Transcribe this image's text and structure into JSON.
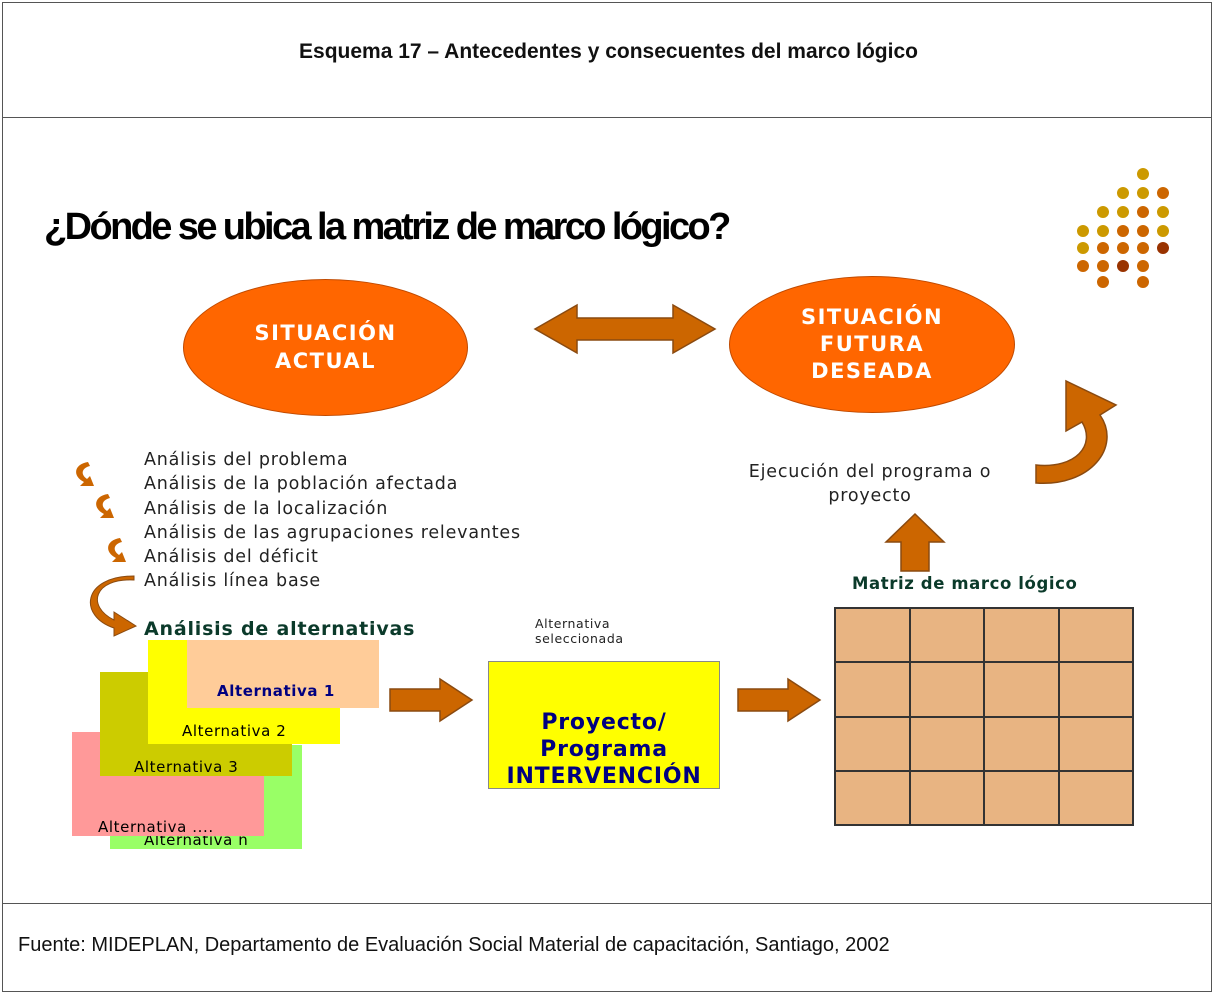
{
  "caption": "Esquema 17 – Antecedentes y consecuentes del marco lógico",
  "headline": "¿Dónde se ubica la matriz de marco lógico?",
  "situacion_actual": "SITUACIÓN\nACTUAL",
  "situacion_futura": "SITUACIÓN\nFUTURA\nDESEADA",
  "analysis_items": [
    "Análisis del problema",
    "Análisis de la población afectada",
    "Análisis de la localización",
    "Análisis de las agrupaciones relevantes",
    "Análisis del déficit",
    "Análisis línea base"
  ],
  "analisis_alternativas": "Análisis de alternativas",
  "alternativa_seleccionada": "Alternativa\nseleccionada",
  "alternatives": {
    "alt1": "Alternativa 1",
    "alt2": "Alternativa 2",
    "alt3": "Alternativa 3",
    "alt_dots": "Alternativa ....",
    "alt_n": "Alternativa n"
  },
  "project_box": "Proyecto/\nPrograma\nINTERVENCIÓN",
  "ejecucion": "Ejecución del programa o\nproyecto",
  "matriz_title": "Matriz de marco lógico",
  "footer": "Fuente:  MIDEPLAN, Departamento de Evaluación Social Material de capacitación, Santiago, 2002",
  "colors": {
    "ellipse": "#ff6600",
    "arrow": "#cc6600",
    "matrix_cell": "#e8b482",
    "project": "#ffff00",
    "alt1": "#ffcc99",
    "alt2": "#ffff00",
    "alt3": "#cccc00",
    "alt_dots": "#ff9999",
    "alt_n": "#99ff66"
  }
}
